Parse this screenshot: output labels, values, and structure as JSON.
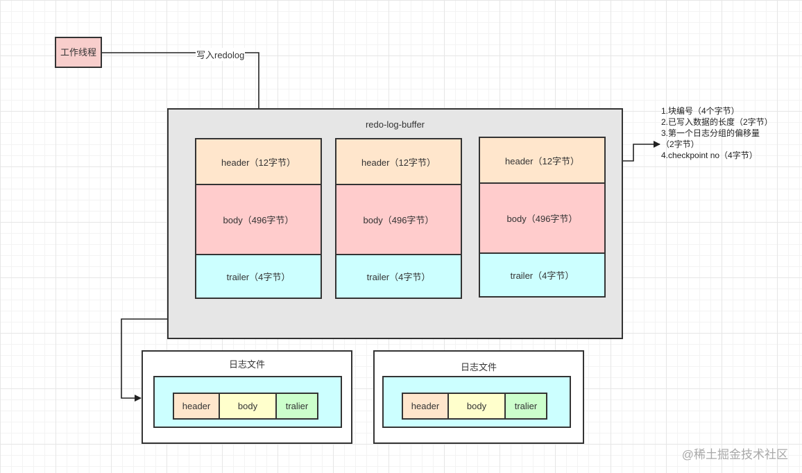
{
  "thread": {
    "label": "工作线程"
  },
  "edge": {
    "label": "写入redolog"
  },
  "buffer": {
    "title": "redo-log-buffer",
    "blocks": [
      {
        "header": "header（12字节）",
        "body": "body（496字节）",
        "trailer": "trailer（4字节）"
      },
      {
        "header": "header（12字节）",
        "body": "body（496字节）",
        "trailer": "trailer（4字节）"
      },
      {
        "header": "header（12字节）",
        "body": "body（496字节）",
        "trailer": "trailer（4字节）"
      }
    ]
  },
  "note": {
    "lines": [
      "1.块编号（4个字节）",
      "2.已写入数据的长度（2字节）",
      "3.第一个日志分组的偏移量（2字节）",
      "4.checkpoint no（4字节）"
    ]
  },
  "files": [
    {
      "title": "日志文件",
      "header": "header",
      "body": "body",
      "trailer": "tralier"
    },
    {
      "title": "日志文件",
      "header": "header",
      "body": "body",
      "trailer": "tralier"
    }
  ],
  "watermark": "@稀土掘金技术社区"
}
